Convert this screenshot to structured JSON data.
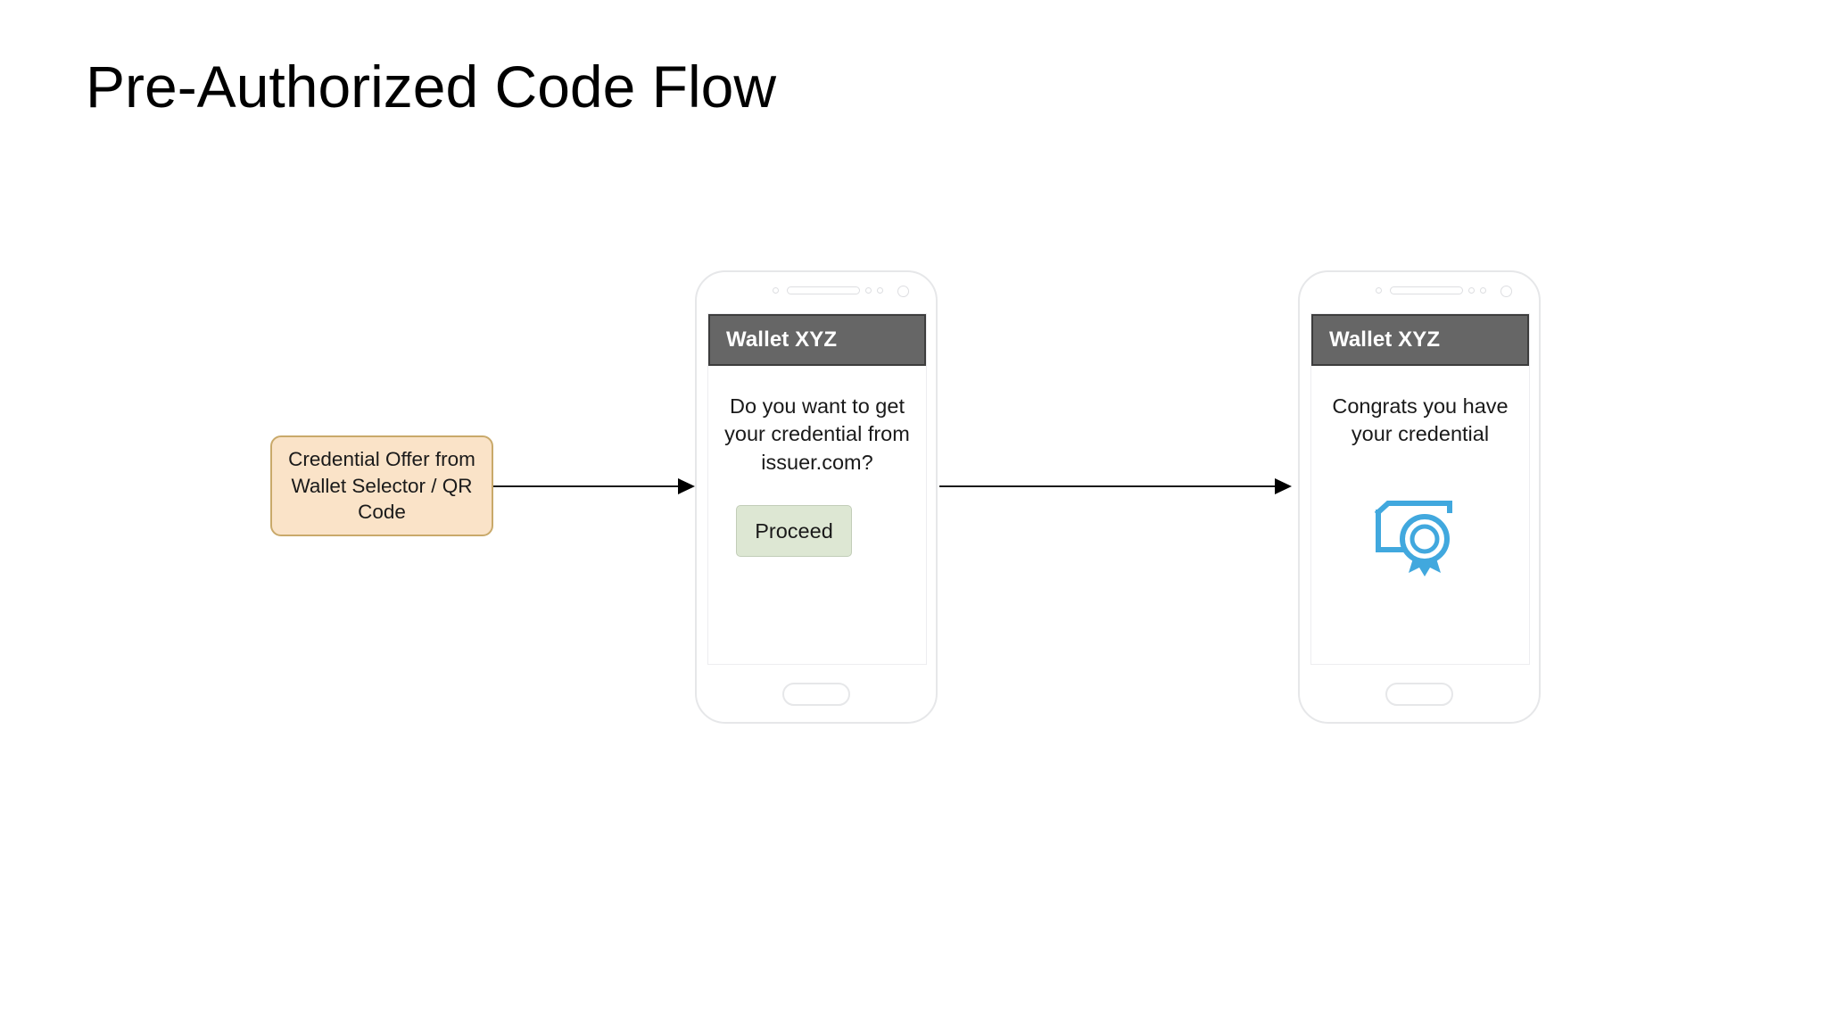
{
  "slide": {
    "title": "Pre-Authorized Code Flow",
    "background_color": "#ffffff"
  },
  "flow": {
    "offer_box": {
      "label": "Credential Offer from Wallet Selector / QR Code",
      "fill_color": "#fae3c8",
      "border_color": "#c9a96a"
    },
    "arrows": [
      {
        "name": "offer-to-consent",
        "from": "offer-box",
        "to": "phone-consent"
      },
      {
        "name": "consent-to-success",
        "from": "phone-consent",
        "to": "phone-success"
      }
    ],
    "phones": [
      {
        "id": "phone-consent",
        "app_bar_title": "Wallet XYZ",
        "app_bar_color": "#666666",
        "message": "Do you want to get your credential from issuer.com?",
        "button_label": "Proceed",
        "button_fill": "#dde7d3",
        "button_border": "#c2cdb8",
        "icon": null
      },
      {
        "id": "phone-success",
        "app_bar_title": "Wallet XYZ",
        "app_bar_color": "#666666",
        "message": "Congrats you have your credential",
        "button_label": null,
        "icon": "credential-certificate-icon",
        "icon_color": "#41a8de"
      }
    ]
  }
}
